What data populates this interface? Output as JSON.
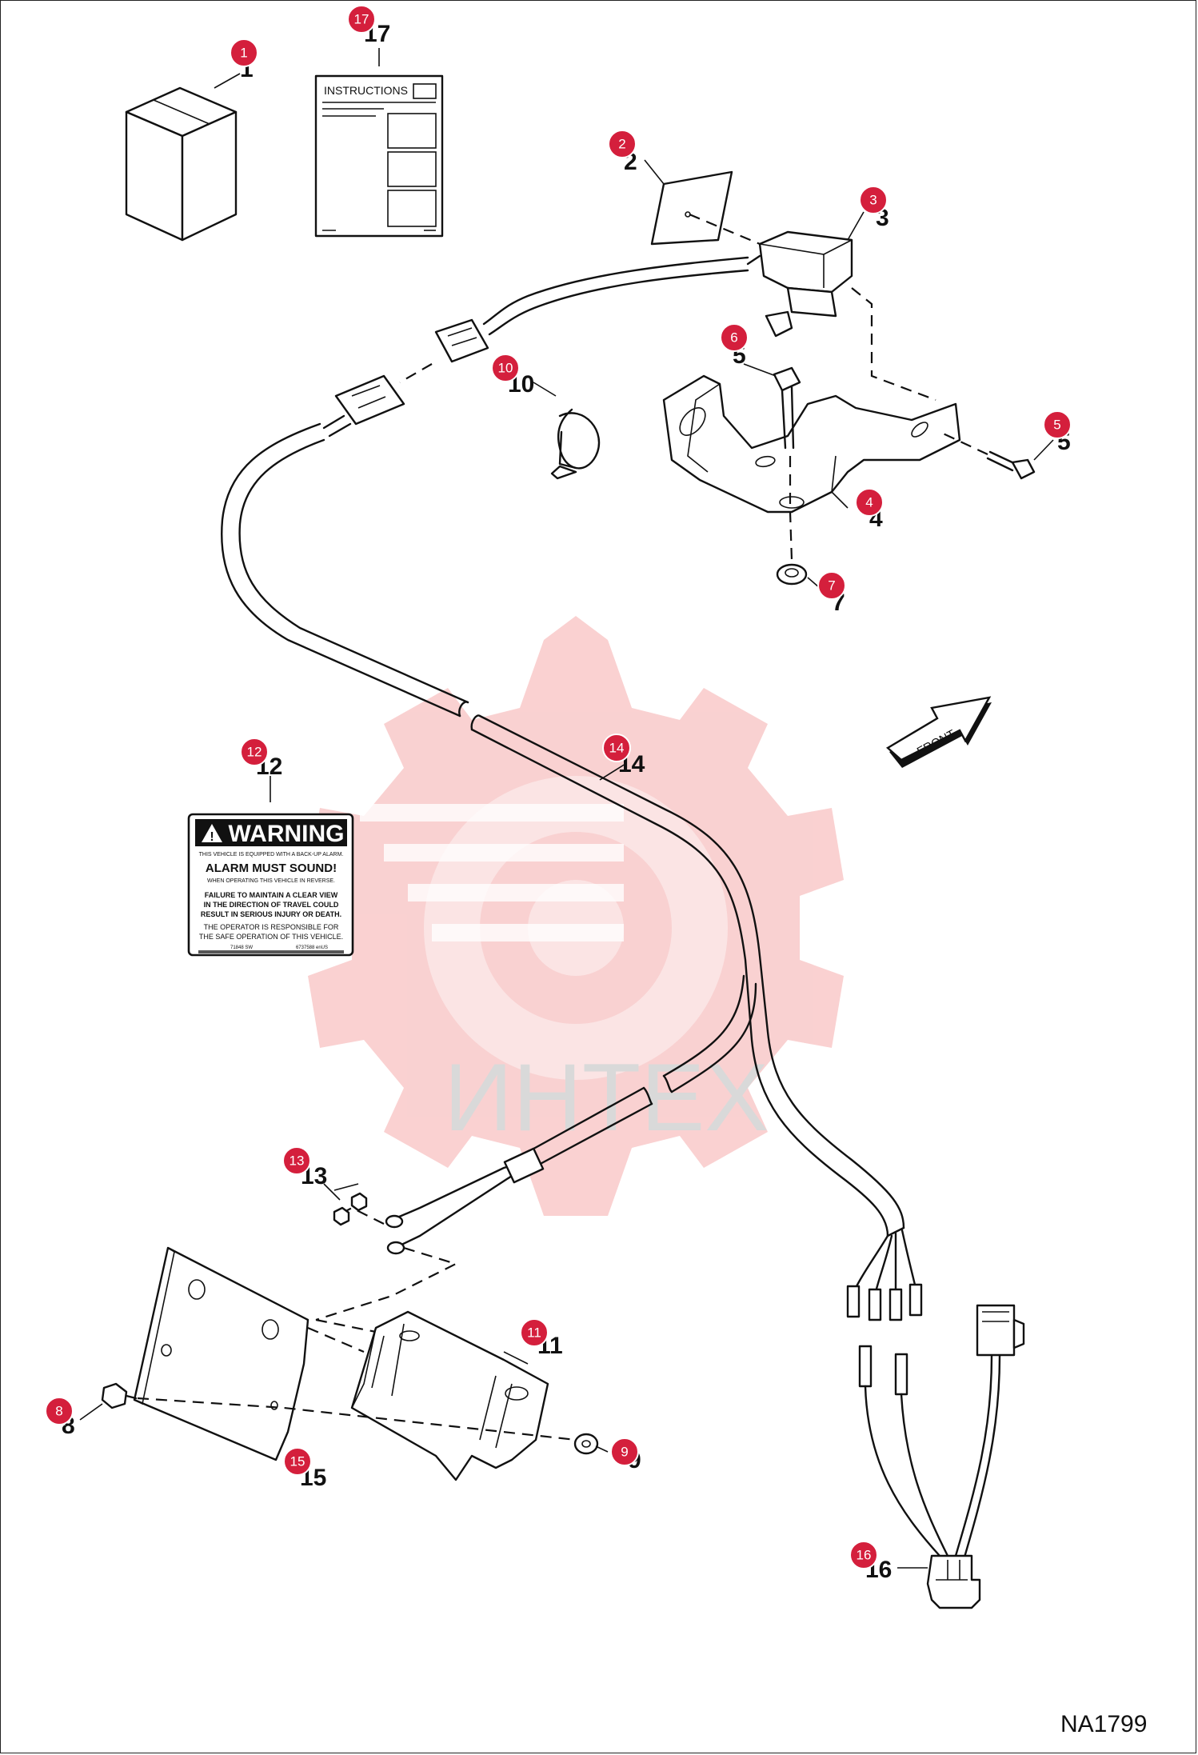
{
  "figure_code": "NA1799",
  "watermark": "ИНТЕХ",
  "parts": [
    {
      "n": "1",
      "label": "1"
    },
    {
      "n": "2",
      "label": "2"
    },
    {
      "n": "3",
      "label": "3"
    },
    {
      "n": "4",
      "label": "4"
    },
    {
      "n": "5",
      "label": "5"
    },
    {
      "n": "6",
      "label": "5"
    },
    {
      "n": "7",
      "label": "7"
    },
    {
      "n": "8",
      "label": "8"
    },
    {
      "n": "9",
      "label": "9"
    },
    {
      "n": "10",
      "label": "10"
    },
    {
      "n": "11",
      "label": "11"
    },
    {
      "n": "12",
      "label": "12"
    },
    {
      "n": "13",
      "label": "13"
    },
    {
      "n": "14",
      "label": "14"
    },
    {
      "n": "15",
      "label": "15"
    },
    {
      "n": "16",
      "label": "16"
    },
    {
      "n": "17",
      "label": "17"
    }
  ],
  "instructions_sheet": {
    "title": "INSTRUCTIONS"
  },
  "warning_decal": {
    "header": "WARNING",
    "line1": "THIS VEHICLE IS EQUIPPED WITH A BACK-UP ALARM.",
    "line2": "ALARM MUST SOUND!",
    "line3": "WHEN OPERATING THIS VEHICLE IN REVERSE.",
    "line4a": "FAILURE TO MAINTAIN A CLEAR VIEW",
    "line4b": "IN THE DIRECTION OF TRAVEL COULD",
    "line4c": "RESULT IN SERIOUS INJURY OR DEATH.",
    "line5a": "THE OPERATOR IS RESPONSIBLE FOR",
    "line5b": "THE SAFE OPERATION OF THIS VEHICLE.",
    "footer_left": "71848 SW",
    "footer_right": "6737588 enUS"
  },
  "front_arrow": {
    "label": "FRONT"
  },
  "colors": {
    "badge": "#d41f3c",
    "watermark": "#f9c9c9",
    "watermark_text": "#d9d9d9"
  }
}
